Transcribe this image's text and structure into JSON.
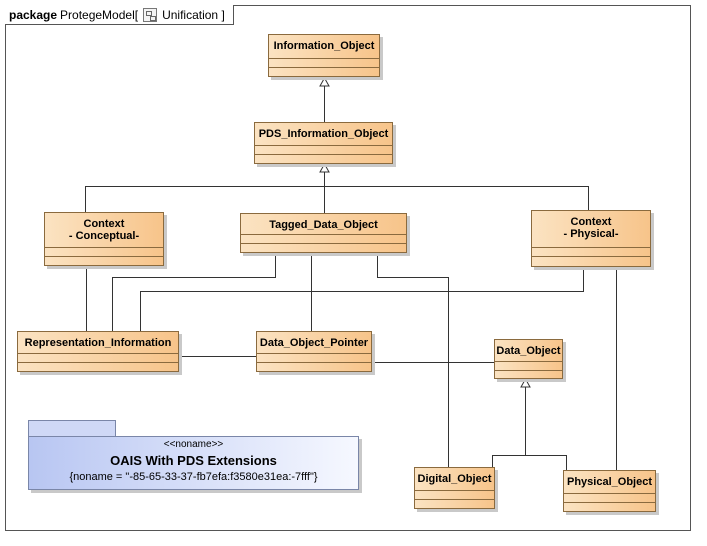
{
  "frame": {
    "keyword": "package",
    "name": "ProtegeModel[",
    "diagram_icon": "diagram-icon",
    "diagram_name": "Unification ]"
  },
  "classes": {
    "information_object": "Information_Object",
    "pds_information_object": "PDS_Information_Object",
    "context_conceptual": "Context\n- Conceptual-",
    "tagged_data_object": "Tagged_Data_Object",
    "context_physical": "Context\n- Physical-",
    "representation_information": "Representation_Information",
    "data_object_pointer": "Data_Object_Pointer",
    "data_object": "Data_Object",
    "digital_object": "Digital_Object",
    "physical_object": "Physical_Object"
  },
  "note": {
    "stereotype": "<<noname>>",
    "title": "OAIS With PDS Extensions",
    "tagged_value": "{noname = \"-85-65-33-37-fb7efa:f3580e31ea:-7fff\"}"
  },
  "colors": {
    "class_fill_start": "#fbe3c2",
    "class_fill_end": "#f7c48a",
    "class_border": "#8a6a3e",
    "note_fill_start": "#b8c6f2",
    "note_fill_end": "#f6f8ff",
    "line": "#333333"
  }
}
